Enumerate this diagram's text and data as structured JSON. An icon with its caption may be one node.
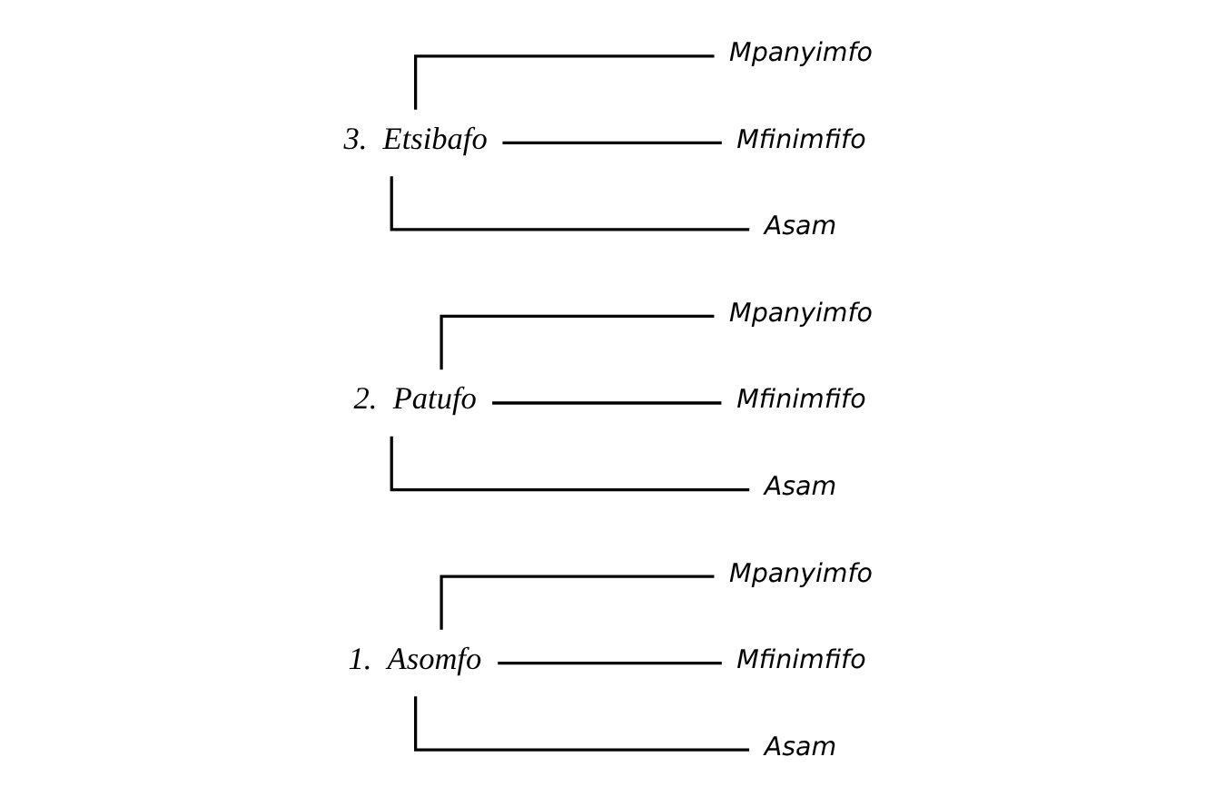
{
  "diagram": {
    "nodes": [
      {
        "text": [
          "1.  Asomfo"
        ]
      },
      {
        "text": [
          "Mpanyimfo"
        ]
      },
      {
        "text": [
          "Mfinimfifo"
        ]
      },
      {
        "text": [
          "Asam"
        ]
      },
      {
        "text": [
          "2.  Patufo"
        ]
      },
      {
        "text": [
          "Mpanyimfo"
        ]
      },
      {
        "text": [
          "Mfinimfifo"
        ]
      },
      {
        "text": [
          "Asam"
        ]
      },
      {
        "text": [
          "3.  Etsibafo"
        ]
      },
      {
        "text": [
          "Mpanyimfo"
        ]
      },
      {
        "text": [
          "Mfinimfifo"
        ]
      },
      {
        "text": [
          "Asam"
        ]
      }
    ],
    "edges": [
      {
        "from": 0,
        "to": 1,
        "arrow": "none"
      },
      {
        "from": 0,
        "to": 2,
        "arrow": "none"
      },
      {
        "from": 0,
        "to": 3,
        "arrow": "none"
      },
      {
        "from": 4,
        "to": 5,
        "arrow": "none"
      },
      {
        "from": 4,
        "to": 6,
        "arrow": "none"
      },
      {
        "from": 4,
        "to": 7,
        "arrow": "none"
      },
      {
        "from": 8,
        "to": 9,
        "arrow": "none"
      },
      {
        "from": 8,
        "to": 10,
        "arrow": "none"
      },
      {
        "from": 8,
        "to": 11,
        "arrow": "none"
      }
    ]
  }
}
